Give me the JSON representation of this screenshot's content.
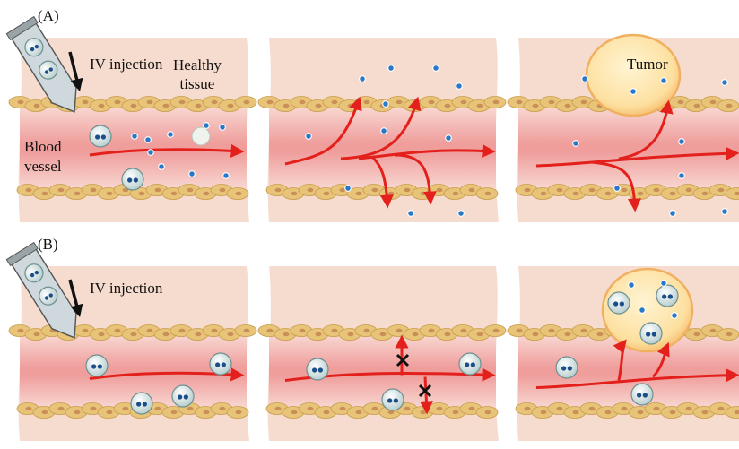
{
  "rows": [
    {
      "label": "(A)",
      "injection_label": "IV injection",
      "tissue_label": "Healthy tissue",
      "tissue_label_lines": [
        "Healthy",
        "tissue"
      ],
      "vessel_label_lines": [
        "Blood",
        "vessel"
      ],
      "tumor_label": "Tumor",
      "panels": [
        "injection",
        "extravasation",
        "tumor-accumulation"
      ]
    },
    {
      "label": "(B)",
      "injection_label": "IV injection",
      "panels": [
        "injection",
        "blocked-extravasation",
        "tumor-accumulation"
      ]
    }
  ],
  "colors": {
    "tissue": "#f6dccf",
    "vessel_core": "#f0a3a0",
    "vessel_wall": "#e7c478",
    "flow_arrow": "#e3201b",
    "tumor_fill": "#fde3a8",
    "tumor_edge": "#f0b060",
    "particle": "#2a78c8",
    "carrier": "#d5e6e6",
    "block_mark": "#111111"
  },
  "icons": [
    "syringe-icon",
    "injection-arrow-icon",
    "nanoparticle-icon",
    "carrier-icon",
    "flow-arrow-icon",
    "block-x-icon"
  ]
}
